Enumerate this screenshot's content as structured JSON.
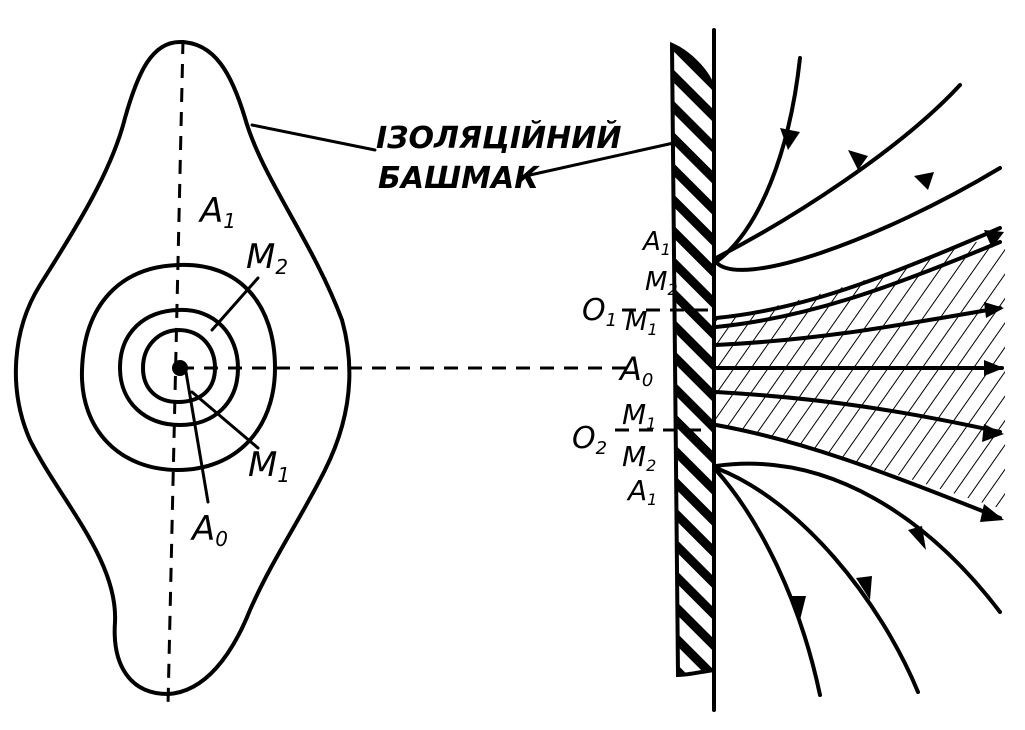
{
  "caption": {
    "line1": "ІЗОЛЯЦІЙНИЙ",
    "line2": "БАШМАК"
  },
  "left_labels": {
    "a1": "A",
    "a1_sub": "1",
    "m2": "M",
    "m2_sub": "2",
    "m1": "M",
    "m1_sub": "1",
    "a0": "A",
    "a0_sub": "0"
  },
  "right_labels": {
    "a1_top": "A",
    "a1_top_sub": "1",
    "m2_top": "M",
    "m2_top_sub": "2",
    "o1": "O",
    "o1_sub": "1",
    "m1_top": "M",
    "m1_top_sub": "1",
    "a0": "A",
    "a0_sub": "0",
    "o2": "O",
    "o2_sub": "2",
    "m1_bot": "M",
    "m1_bot_sub": "1",
    "m2_bot": "M",
    "m2_bot_sub": "2",
    "a1_bot": "A",
    "a1_bot_sub": "1"
  },
  "colors": {
    "ink": "#000000",
    "paper": "#ffffff"
  }
}
